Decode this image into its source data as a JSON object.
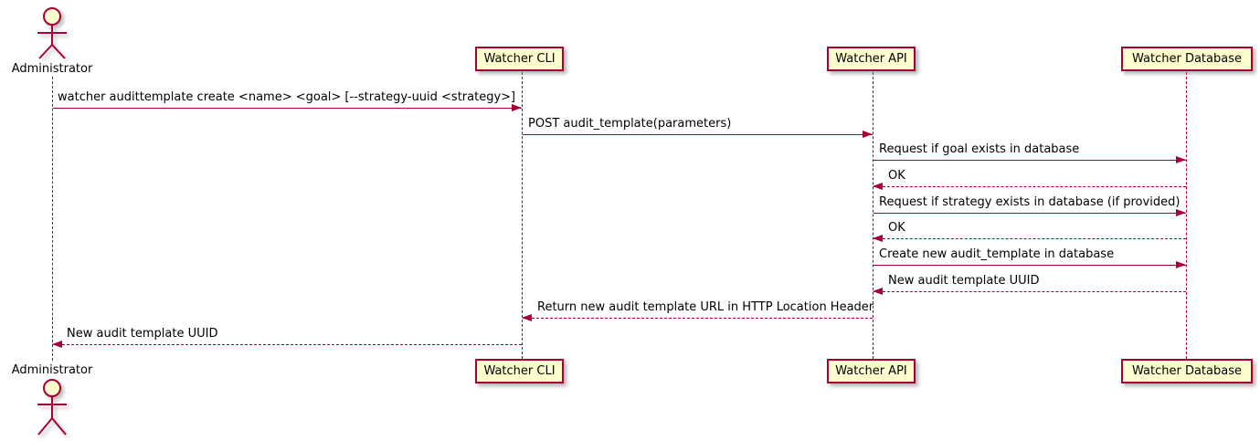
{
  "colors": {
    "accent": "#A80036",
    "fill": "#FEFECE",
    "text": "#000000"
  },
  "participants": [
    {
      "label": "Administrator",
      "kind": "actor"
    },
    {
      "label": "Watcher CLI",
      "kind": "participant"
    },
    {
      "label": "Watcher API",
      "kind": "participant"
    },
    {
      "label": "Watcher Database",
      "kind": "participant"
    }
  ],
  "messages": [
    {
      "from": "Administrator",
      "to": "Watcher CLI",
      "style": "solid",
      "text": "watcher audittemplate create <name> <goal> [--strategy-uuid <strategy>]"
    },
    {
      "from": "Watcher CLI",
      "to": "Watcher API",
      "style": "solid",
      "text": "POST audit_template(parameters)"
    },
    {
      "from": "Watcher API",
      "to": "Watcher Database",
      "style": "solid",
      "text": "Request if goal exists in database"
    },
    {
      "from": "Watcher Database",
      "to": "Watcher API",
      "style": "dashed",
      "text": "OK"
    },
    {
      "from": "Watcher API",
      "to": "Watcher Database",
      "style": "solid",
      "text": "Request if strategy exists in database (if provided)"
    },
    {
      "from": "Watcher Database",
      "to": "Watcher API",
      "style": "dashed",
      "text": "OK"
    },
    {
      "from": "Watcher API",
      "to": "Watcher Database",
      "style": "solid",
      "text": "Create new audit_template in database"
    },
    {
      "from": "Watcher Database",
      "to": "Watcher API",
      "style": "dashed",
      "text": "New audit template UUID"
    },
    {
      "from": "Watcher API",
      "to": "Watcher CLI",
      "style": "dashed",
      "text": "Return new audit template URL in HTTP Location Header"
    },
    {
      "from": "Watcher CLI",
      "to": "Administrator",
      "style": "dashed",
      "text": "New audit template UUID"
    }
  ]
}
